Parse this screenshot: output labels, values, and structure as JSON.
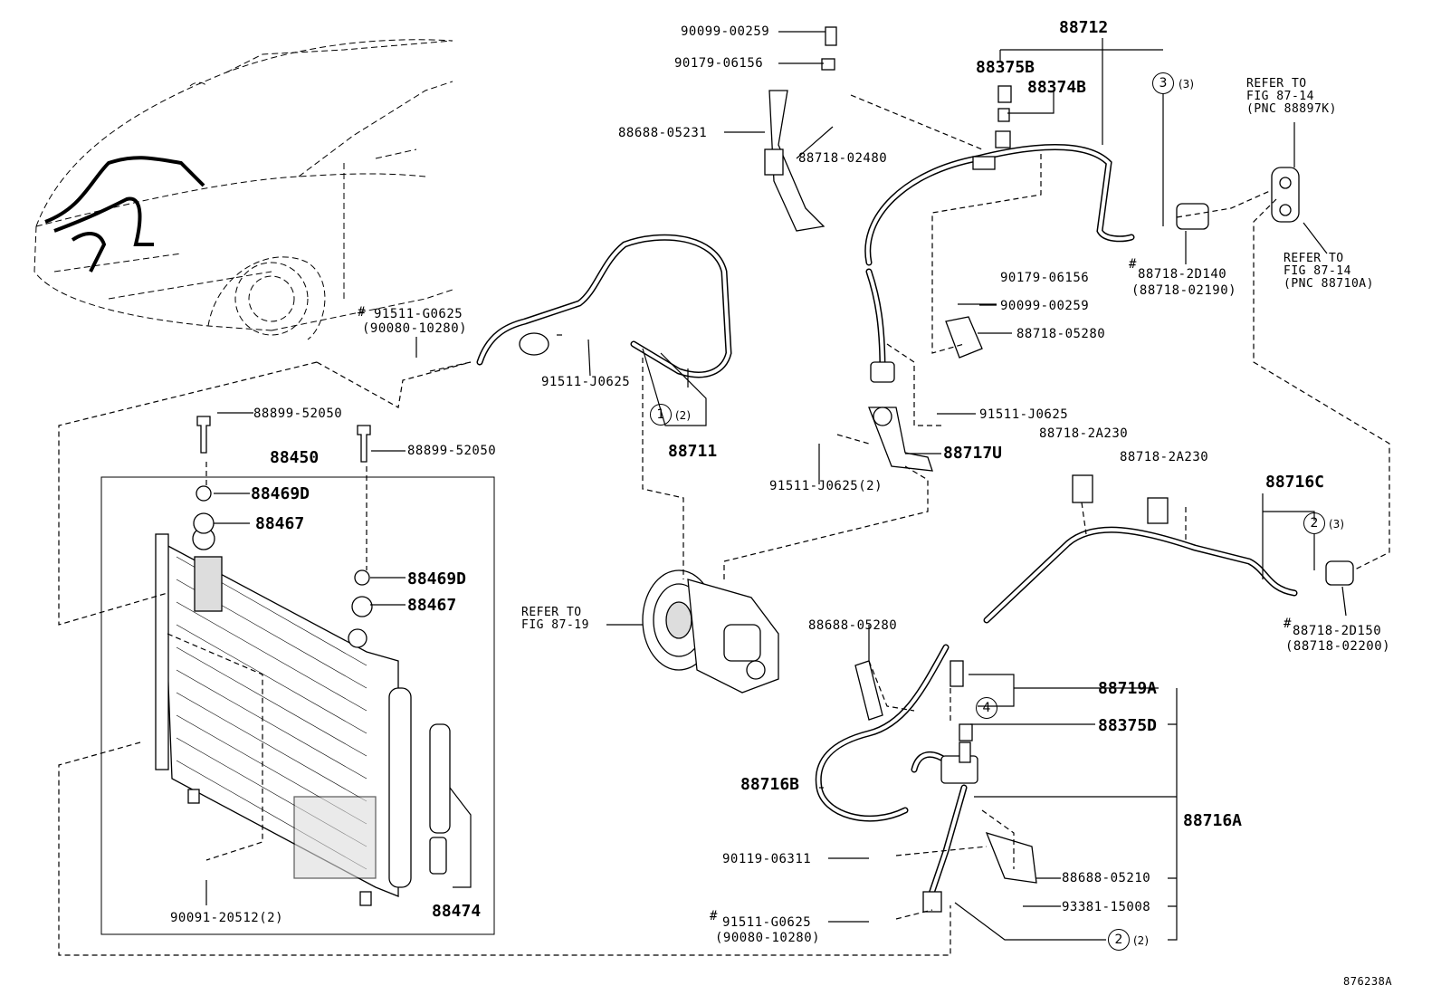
{
  "diagram_id": "876238A",
  "labels": {
    "p88712": "88712",
    "p88375B": "88375B",
    "p88374B": "88374B",
    "c3_qty": "(3)",
    "p90099_a": "90099-00259",
    "p90179_a": "90179-06156",
    "p88688_05231": "88688-05231",
    "p88718_02480": "88718-02480",
    "ref_87_14_a": "REFER TO\nFIG 87-14\n(PNC 88897K)",
    "p2D140": "88718-2D140",
    "p02190": "(88718-02190)",
    "ref_87_14_b": "REFER TO\nFIG 87-14\n(PNC 88710A)",
    "p90179_b": "90179-06156",
    "p90099_b": "90099-00259",
    "p88718_05280": "88718-05280",
    "p91511_G_left": "91511-G0625",
    "p90080_left": "(90080-10280)",
    "p91511_J_a": "91511-J0625",
    "c1_qty": "(2)",
    "p88711": "88711",
    "p91511_J_b": "91511-J0625",
    "p88717U": "88717U",
    "p91511_J_c": "91511-J0625(2)",
    "p2A230_a": "88718-2A230",
    "p2A230_b": "88718-2A230",
    "p88716C": "88716C",
    "c2_qty_a": "(3)",
    "p2D150": "88718-2D150",
    "p02200": "(88718-02200)",
    "p88899_a": "88899-52050",
    "p88899_b": "88899-52050",
    "p88450": "88450",
    "p88469D_a": "88469D",
    "p88467_a": "88467",
    "p88469D_b": "88469D",
    "p88467_b": "88467",
    "ref_87_19": "REFER TO\nFIG 87-19",
    "p88688_05280": "88688-05280",
    "p88719A": "88719A",
    "p88375D": "88375D",
    "p88716B": "88716B",
    "p88716A": "88716A",
    "p90119": "90119-06311",
    "p88688_05210": "88688-05210",
    "p93381": "93381-15008",
    "p91511_G_bot": "91511-G0625",
    "p90080_bot": "(90080-10280)",
    "c2_qty_b": "(2)",
    "p90091": "90091-20512(2)",
    "p88474": "88474",
    "hash": "#"
  },
  "callouts": {
    "c1": "1",
    "c2": "2",
    "c3": "3",
    "c4": "4"
  }
}
